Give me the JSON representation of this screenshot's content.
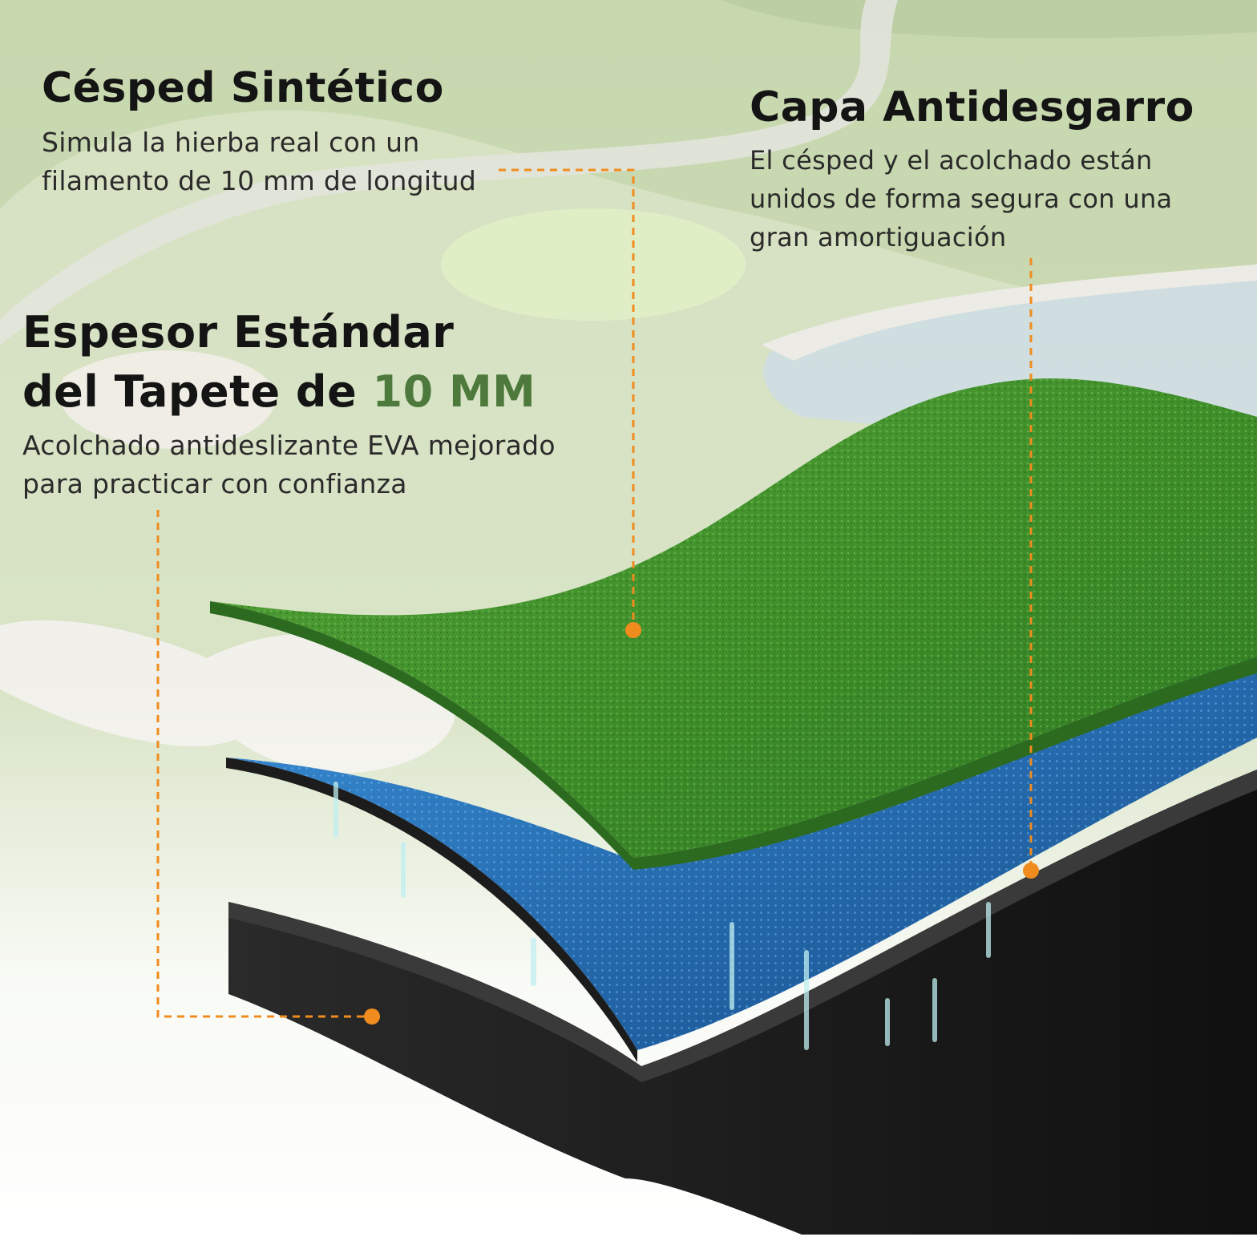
{
  "colors": {
    "accent_green": "#4d7a3c",
    "callout_orange": "#f08c1e",
    "turf_green": "#3f8f2a",
    "foam_blue": "#2a78c4",
    "base_black": "#1a1a1a"
  },
  "features": {
    "cesped": {
      "title": "Césped Sintético",
      "desc_line1": "Simula la hierba real con un",
      "desc_line2": "filamento de 10 mm de longitud"
    },
    "capa": {
      "title": "Capa Antidesgarro",
      "desc_line1": "El césped y el acolchado están",
      "desc_line2": "unidos de forma segura con una",
      "desc_line3": "gran amortiguación"
    },
    "espesor": {
      "title_line1": "Espesor Estándar",
      "title_line2_prefix": "del Tapete de ",
      "title_line2_highlight": "10 MM",
      "desc_line1": "Acolchado antideslizante EVA mejorado",
      "desc_line2": "para practicar con confianza"
    }
  }
}
